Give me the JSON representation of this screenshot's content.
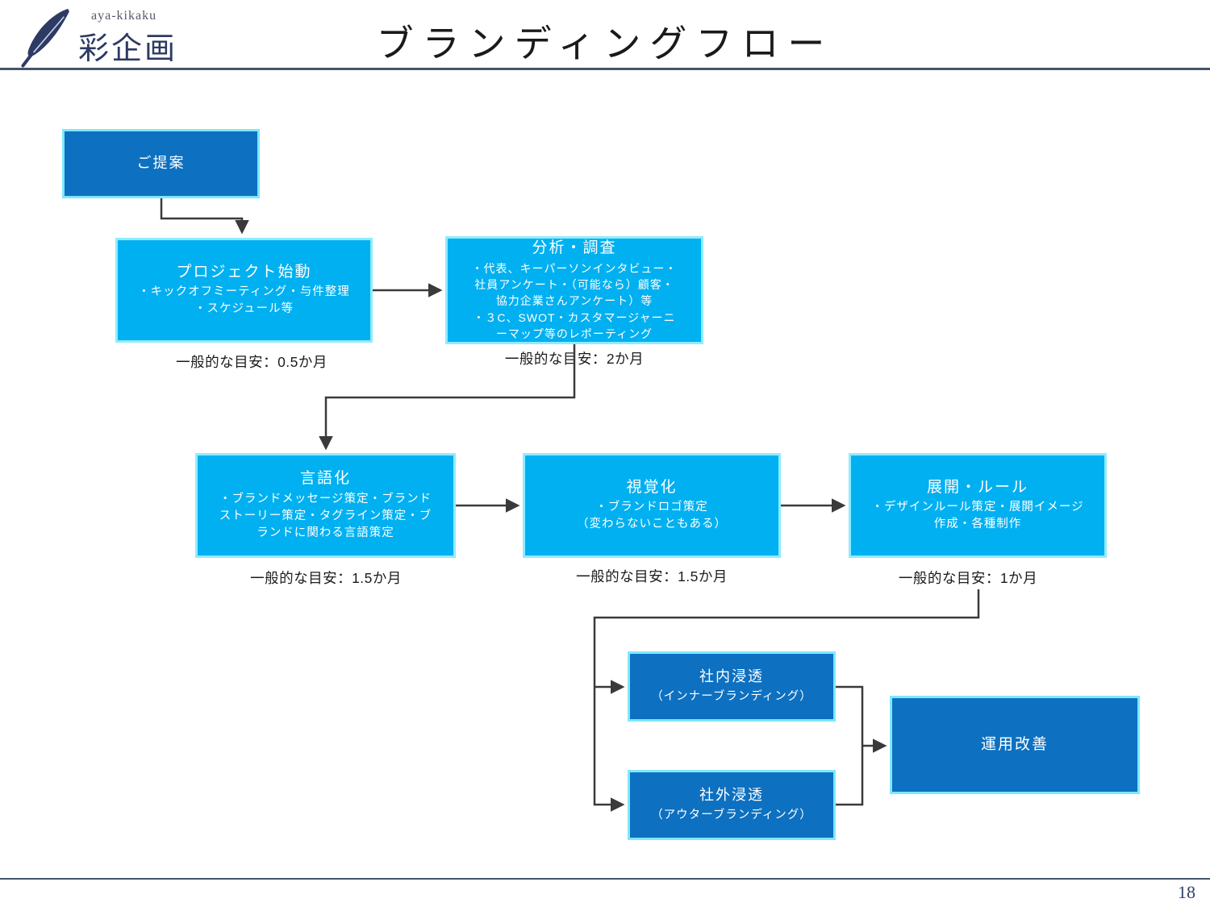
{
  "header": {
    "logo_sub": "aya-kikaku",
    "logo_main": "彩企画",
    "logo_icon": "feather-quill-icon",
    "title": "ブランディングフロー"
  },
  "footer": {
    "page_number": "18"
  },
  "flow": {
    "proposal": {
      "title": "ご提案"
    },
    "project": {
      "title": "プロジェクト始動",
      "body": "・キックオフミーティング・与件整理\n・スケジュール等",
      "estimate": "一般的な目安：0.5か月"
    },
    "analysis": {
      "title": "分析・調査",
      "body": "・代表、キーパーソンインタビュー・\n社員アンケート・（可能なら）顧客・\n協力企業さんアンケート）等\n・３C、SWOT・カスタマージャーニ\nーマップ等のレポーティング",
      "estimate": "一般的な目安：2か月"
    },
    "verbalization": {
      "title": "言語化",
      "body": "・ブランドメッセージ策定・ブランド\nストーリー策定・タグライン策定・ブ\nランドに関わる言語策定",
      "estimate": "一般的な目安：1.5か月"
    },
    "visualization": {
      "title": "視覚化",
      "body": "・ブランドロゴ策定\n（変わらないこともある）",
      "estimate": "一般的な目安：1.5か月"
    },
    "deployment": {
      "title": "展開・ルール",
      "body": "・デザインルール策定・展開イメージ\n作成・各種制作",
      "estimate": "一般的な目安：1か月"
    },
    "internal": {
      "title": "社内浸透",
      "body": "（インナーブランディング）"
    },
    "external": {
      "title": "社外浸透",
      "body": "（アウターブランディング）"
    },
    "operation": {
      "title": "運用改善"
    }
  },
  "colors": {
    "dark_box": "#0d70c0",
    "light_box": "#00b0f0",
    "box_border": "#7ee7ff",
    "connector": "#3a3a3a",
    "rule_navy": "#44546a"
  }
}
